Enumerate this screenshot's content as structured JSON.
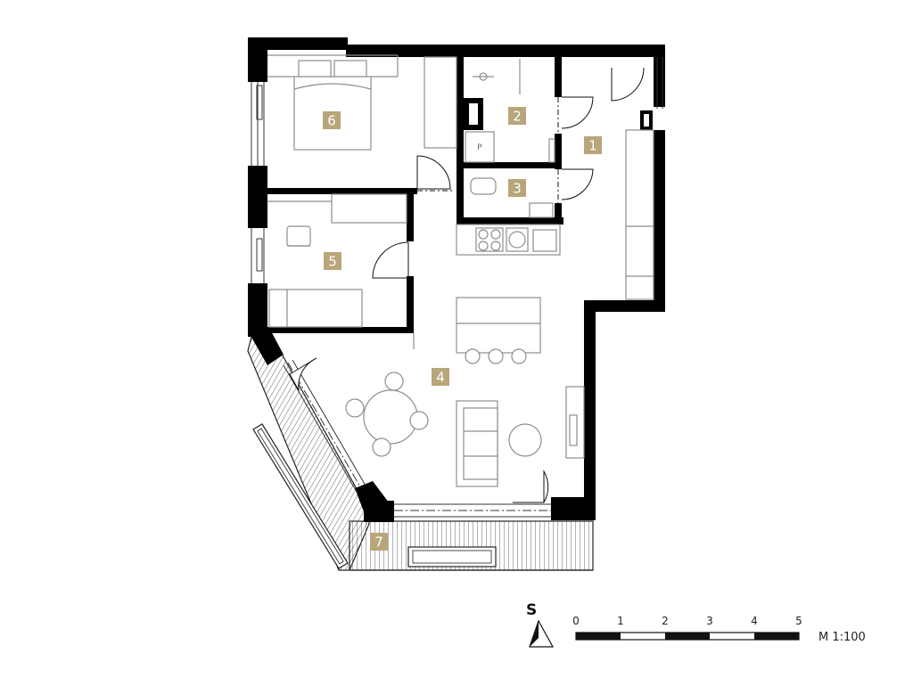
{
  "rooms": [
    {
      "id": "1",
      "label": "1"
    },
    {
      "id": "2",
      "label": "2"
    },
    {
      "id": "3",
      "label": "3"
    },
    {
      "id": "4",
      "label": "4"
    },
    {
      "id": "5",
      "label": "5"
    },
    {
      "id": "6",
      "label": "6"
    },
    {
      "id": "7",
      "label": "7"
    }
  ],
  "fixtures": {
    "parking_tag": "P"
  },
  "north": {
    "letter": "S"
  },
  "scale_bar": {
    "ticks": [
      "0",
      "1",
      "2",
      "3",
      "4",
      "5"
    ],
    "label": "M 1:100"
  },
  "colors": {
    "wall": "#000000",
    "label_badge": "#b8a67a",
    "furniture_line": "#9a9a9a"
  }
}
